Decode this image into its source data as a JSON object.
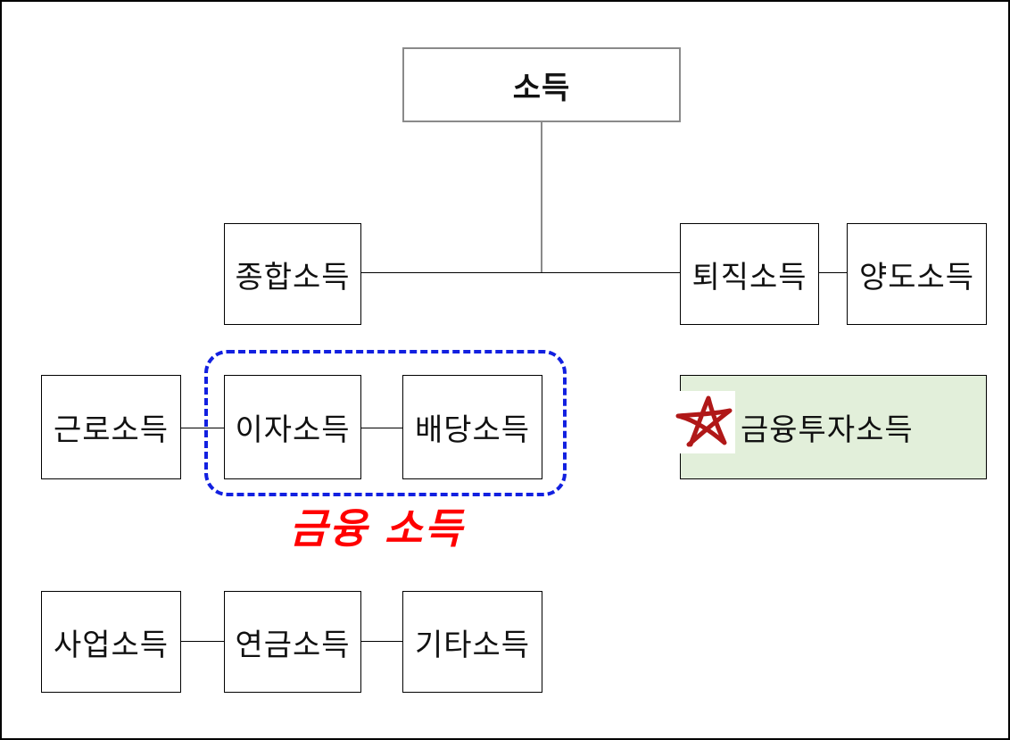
{
  "root": "소득",
  "level2": {
    "comprehensive": "종합소득",
    "retirement": "퇴직소득",
    "transfer": "양도소득"
  },
  "row_financial": {
    "labor": "근로소득",
    "interest": "이자소득",
    "dividend": "배당소득"
  },
  "financial_group_caption": "금융 소득",
  "financial_investment": "금융투자소득",
  "row_other": {
    "business": "사업소득",
    "pension": "연금소득",
    "other": "기타소득"
  },
  "colors": {
    "group_outline": "#1220e0",
    "caption": "#ff0000",
    "highlight_fill": "#e2efda",
    "star": "#b01818"
  },
  "icons": {
    "marker": "star-icon"
  }
}
